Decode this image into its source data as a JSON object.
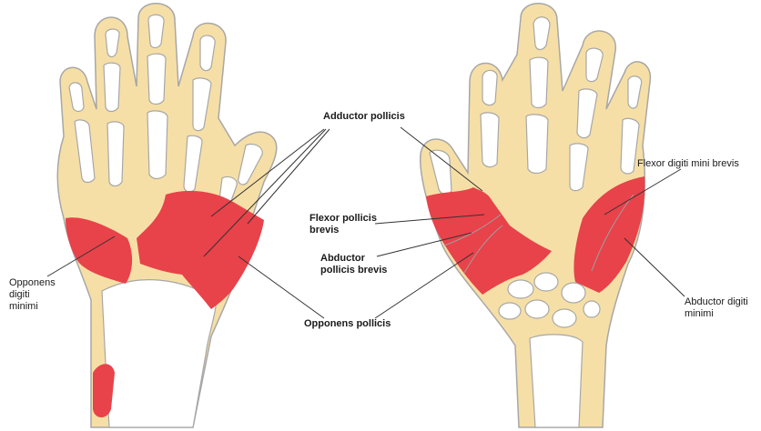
{
  "colors": {
    "bone_fill": "#f6dfa6",
    "bone_outline": "#a7a7a7",
    "muscle": "#e8424a",
    "bone_cavity": "#ffffff",
    "leader": "#333333"
  },
  "labels": {
    "adductor_pollicis": "Adductor pollicis",
    "flexor_pollicis_brevis": "Flexor pollicis\nbrevis",
    "abductor_pollicis_brevis": "Abductor\npollicis brevis",
    "opponens_pollicis": "Opponens pollicis",
    "opponens_digiti_minimi": "Opponens\ndigiti\nminimi",
    "flexor_digiti_mini_brevis": "Flexor digiti mini brevis",
    "abductor_digiti_minimi": "Abductor digiti\nminimi"
  }
}
